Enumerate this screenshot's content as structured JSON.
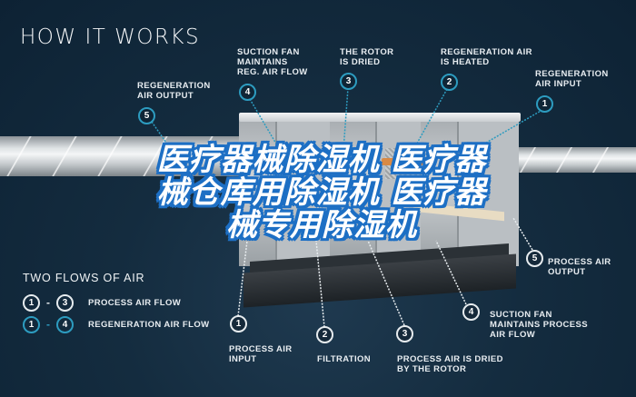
{
  "title": "HOW IT WORKS",
  "colors": {
    "background": "#142c3f",
    "accent_blue": "#2d9cc0",
    "marker_white": "#e7ecef",
    "banner_stroke": "#1d6fc4",
    "banner_text": "#ffffff"
  },
  "regeneration_steps": [
    {
      "number": "5",
      "label": "REGENERATION\nAIR OUTPUT"
    },
    {
      "number": "4",
      "label": "SUCTION FAN\nMAINTAINS\nREG. AIR FLOW"
    },
    {
      "number": "3",
      "label": "THE ROTOR\nIS DRIED"
    },
    {
      "number": "2",
      "label": "REGENERATION AIR\nIS HEATED"
    },
    {
      "number": "1",
      "label": "REGENERATION\nAIR INPUT"
    }
  ],
  "process_steps": [
    {
      "number": "1",
      "label": "PROCESS AIR\nINPUT"
    },
    {
      "number": "2",
      "label": "FILTRATION"
    },
    {
      "number": "3",
      "label": "PROCESS AIR IS DRIED\nBY THE ROTOR"
    },
    {
      "number": "4",
      "label": "SUCTION FAN\nMAINTAINS PROCESS\nAIR FLOW"
    },
    {
      "number": "5",
      "label": "PROCESS AIR\nOUTPUT"
    }
  ],
  "legend": {
    "title": "TWO FLOWS OF AIR",
    "rows": [
      {
        "from": "1",
        "to": "3",
        "dash": "-",
        "label": "PROCESS AIR FLOW"
      },
      {
        "from": "1",
        "to": "4",
        "dash": "-",
        "label": "REGENERATION AIR FLOW"
      }
    ]
  },
  "banner": {
    "line1": "医疗器械除湿机 医疗器",
    "line2": "械仓库用除湿机 医疗器",
    "line3": "械专用除湿机"
  }
}
